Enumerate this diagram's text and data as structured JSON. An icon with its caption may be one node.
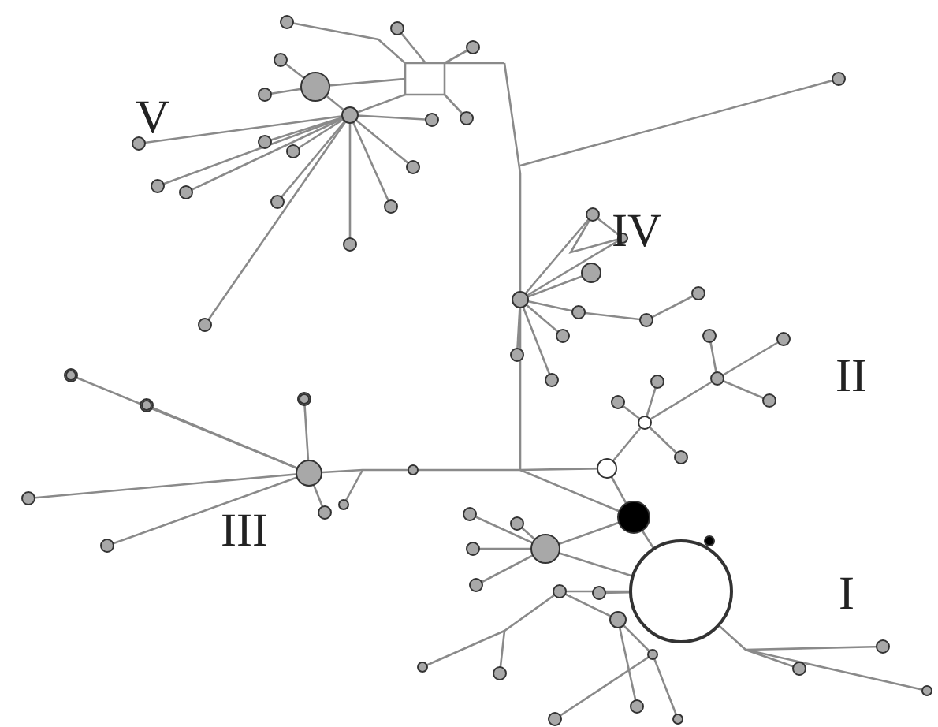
{
  "diagram": {
    "labels": [
      "V",
      "IV",
      "II",
      "III",
      "I"
    ]
  }
}
